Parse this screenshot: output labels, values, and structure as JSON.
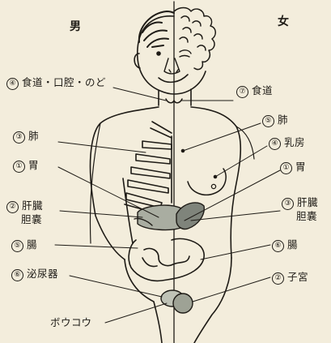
{
  "headers": {
    "male": "男",
    "female": "女"
  },
  "left_labels": [
    {
      "id": "l1",
      "num": "④",
      "text": "食道・口腔・のど"
    },
    {
      "id": "l2",
      "num": "③",
      "text": "肺"
    },
    {
      "id": "l3",
      "num": "①",
      "text": "胃"
    },
    {
      "id": "l4",
      "num": "②",
      "text": "肝臓",
      "text2": "胆嚢"
    },
    {
      "id": "l5",
      "num": "⑤",
      "text": "腸"
    },
    {
      "id": "l6",
      "num": "⑥",
      "text": "泌尿器"
    },
    {
      "id": "l7",
      "num": "",
      "text": "ボウコウ"
    }
  ],
  "right_labels": [
    {
      "id": "r1",
      "num": "⑦",
      "text": "食道"
    },
    {
      "id": "r2",
      "num": "⑤",
      "text": "肺"
    },
    {
      "id": "r3",
      "num": "④",
      "text": "乳房"
    },
    {
      "id": "r4",
      "num": "①",
      "text": "胃"
    },
    {
      "id": "r5",
      "num": "③",
      "text": "肝臓",
      "text2": "胆嚢"
    },
    {
      "id": "r6",
      "num": "⑥",
      "text": "腸"
    },
    {
      "id": "r7",
      "num": "②",
      "text": "子宮"
    }
  ]
}
